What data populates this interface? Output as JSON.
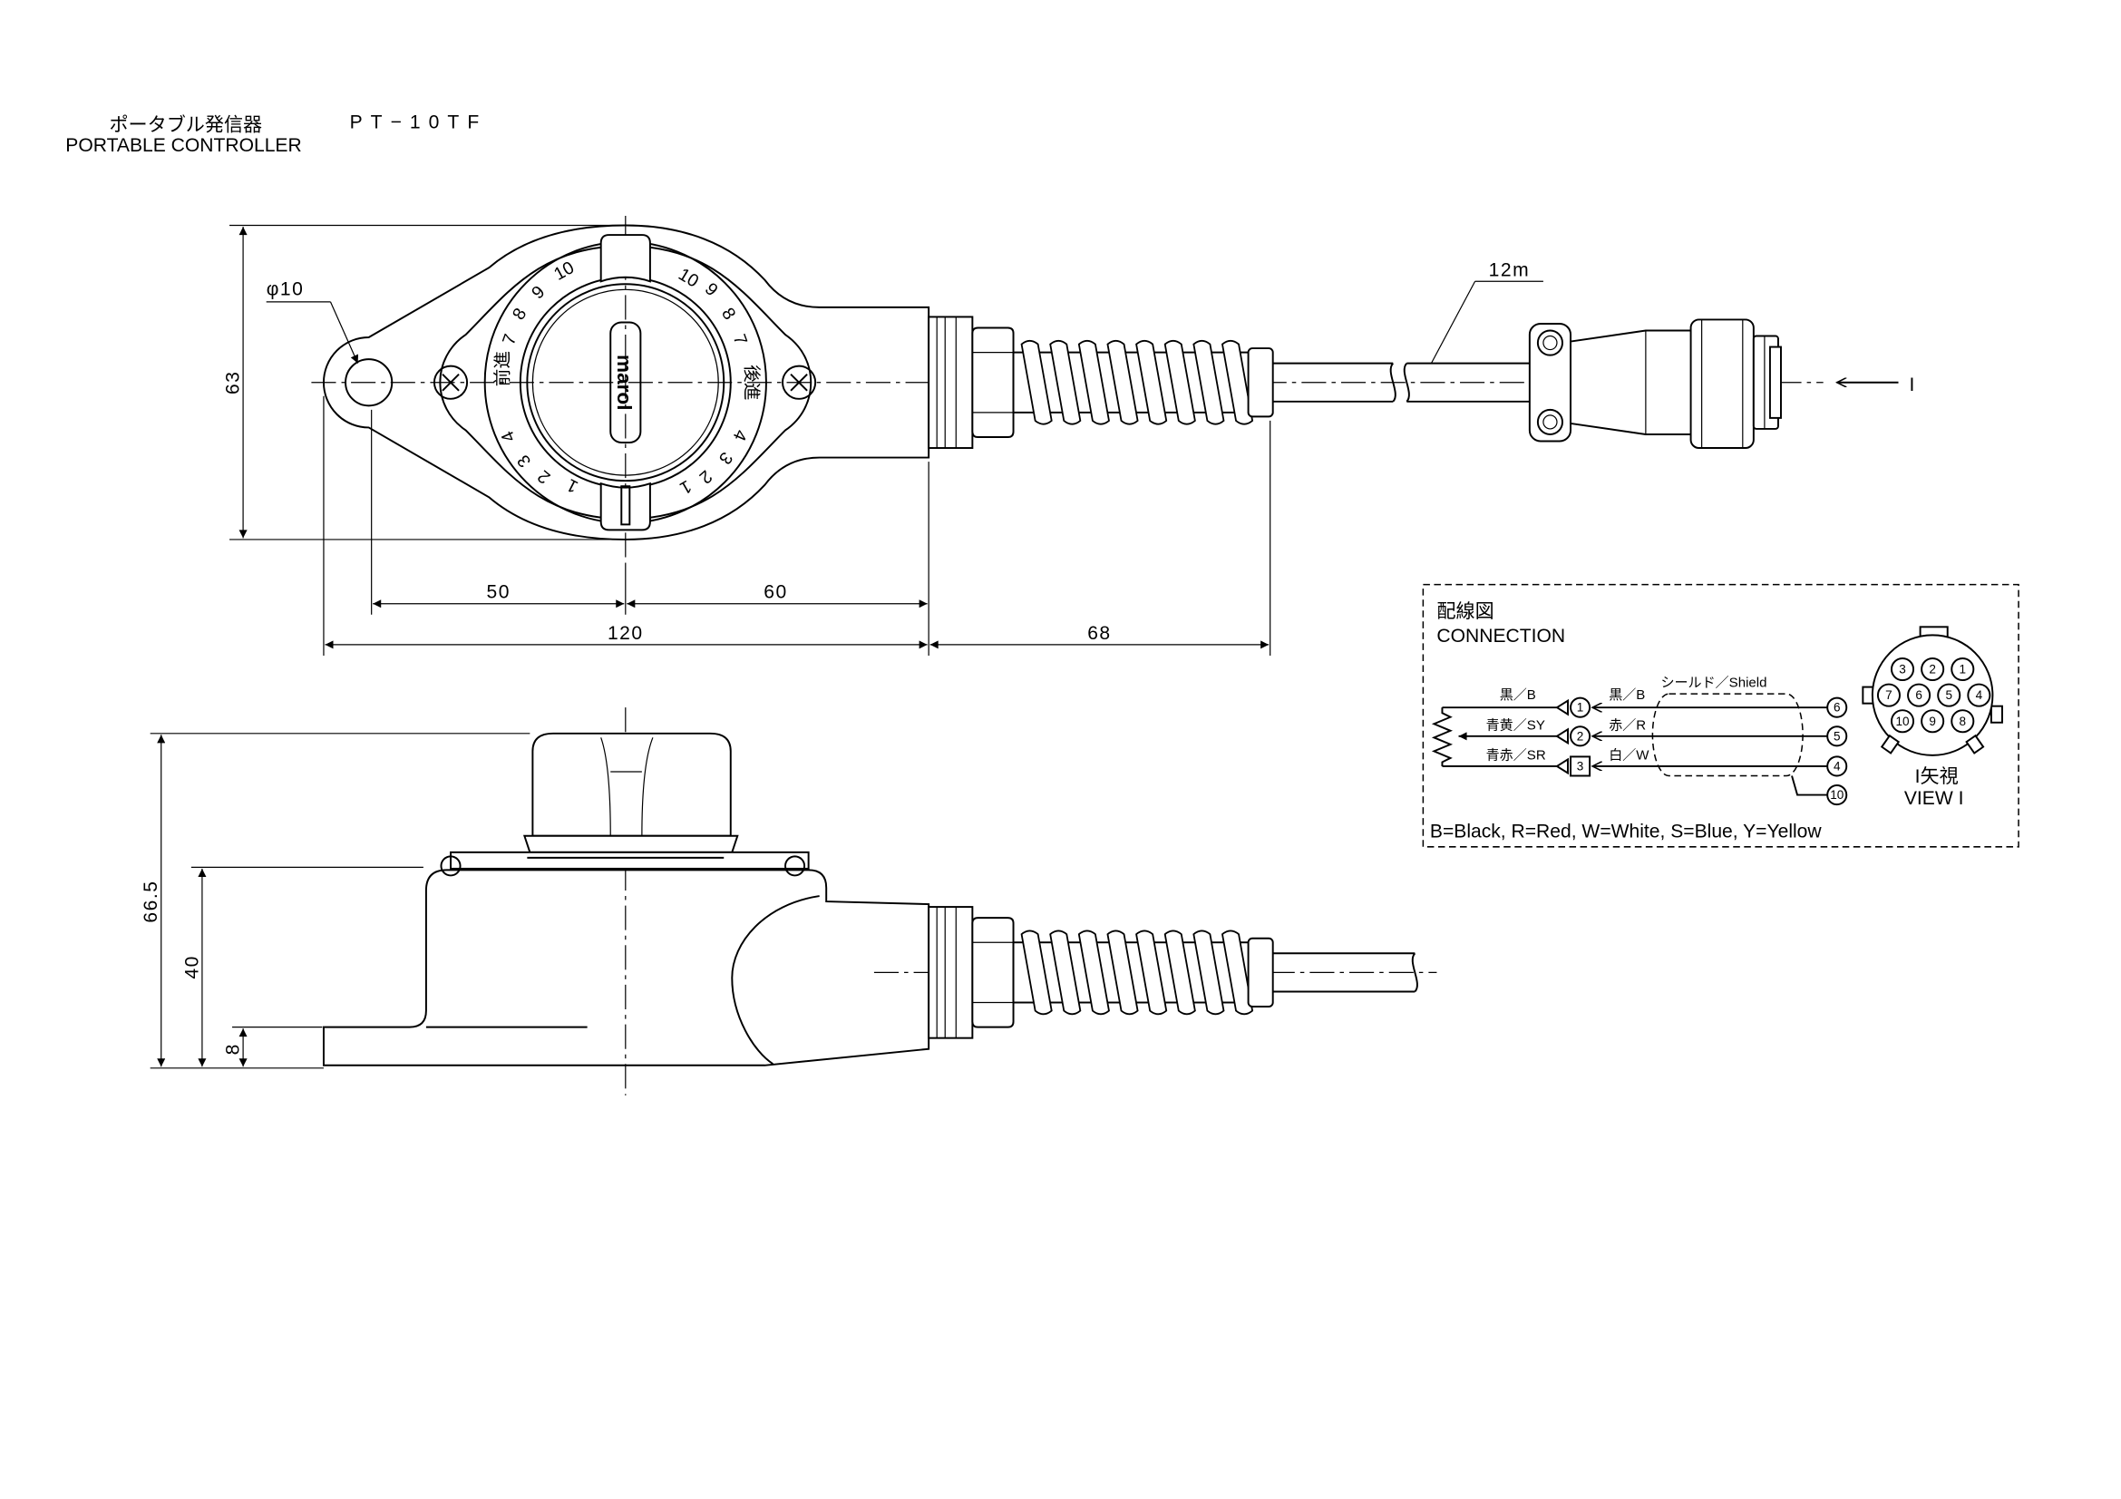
{
  "title": {
    "jp": "ポータブル発信器",
    "model": "PT−10TF",
    "en": "PORTABLE CONTROLLER"
  },
  "top_view": {
    "dim_hole": "φ10",
    "dim_height": "63",
    "dim_50": "50",
    "dim_60": "60",
    "dim_120": "120",
    "dim_68": "68",
    "cable_length": "12m",
    "view_arrow_label": "I",
    "dial": {
      "forward": "前進",
      "reverse": "後進",
      "logo": "marol",
      "left_numbers": [
        "1",
        "2",
        "3",
        "4",
        "7",
        "8",
        "9",
        "10"
      ],
      "right_numbers": [
        "10",
        "9",
        "8",
        "7",
        "4",
        "3",
        "2",
        "1"
      ]
    }
  },
  "side_view": {
    "dim_total": "66.5",
    "dim_body": "40",
    "dim_base": "8"
  },
  "connection": {
    "title_jp": "配線図",
    "title_en": "CONNECTION",
    "pot_wires": [
      "黒／B",
      "青黄／SY",
      "青赤／SR"
    ],
    "cable_wires": [
      "黒／B",
      "赤／R",
      "白／W"
    ],
    "shield": "シールド／Shield",
    "left_pins": [
      "1",
      "2",
      "3"
    ],
    "right_pins": [
      "6",
      "5",
      "4",
      "10"
    ],
    "connector_pins": {
      "top": [
        "3",
        "2",
        "1"
      ],
      "middle": [
        "7",
        "6",
        "5",
        "4"
      ],
      "bottom": [
        "10",
        "9",
        "8"
      ]
    },
    "view_jp": "I矢視",
    "view_en": "VIEW I",
    "legend": "B=Black, R=Red, W=White, S=Blue, Y=Yellow"
  }
}
